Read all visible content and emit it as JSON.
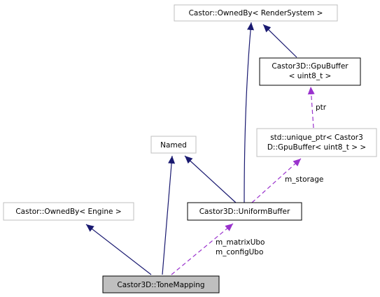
{
  "diagram": {
    "nodes": {
      "owned_render": {
        "label": "Castor::OwnedBy< RenderSystem >"
      },
      "gpubuffer": {
        "line1": "Castor3D::GpuBuffer",
        "line2": "< uint8_t >"
      },
      "unique_ptr": {
        "line1": "std::unique_ptr< Castor3",
        "line2": "D::GpuBuffer< uint8_t > >"
      },
      "named": {
        "label": "Named"
      },
      "owned_engine": {
        "label": "Castor::OwnedBy< Engine >"
      },
      "uniform_buffer": {
        "label": "Castor3D::UniformBuffer"
      },
      "tone_mapping": {
        "label": "Castor3D::ToneMapping"
      }
    },
    "edge_labels": {
      "ptr": "ptr",
      "storage": "m_storage",
      "matrix_ubo": "m_matrixUbo",
      "config_ubo": "m_configUbo"
    },
    "colors": {
      "inheritance": "#191970",
      "usage": "#9a32cd",
      "grey_border": "#bfbfbf",
      "black_border": "#000000",
      "highlight_fill": "#bfbfbf"
    }
  }
}
